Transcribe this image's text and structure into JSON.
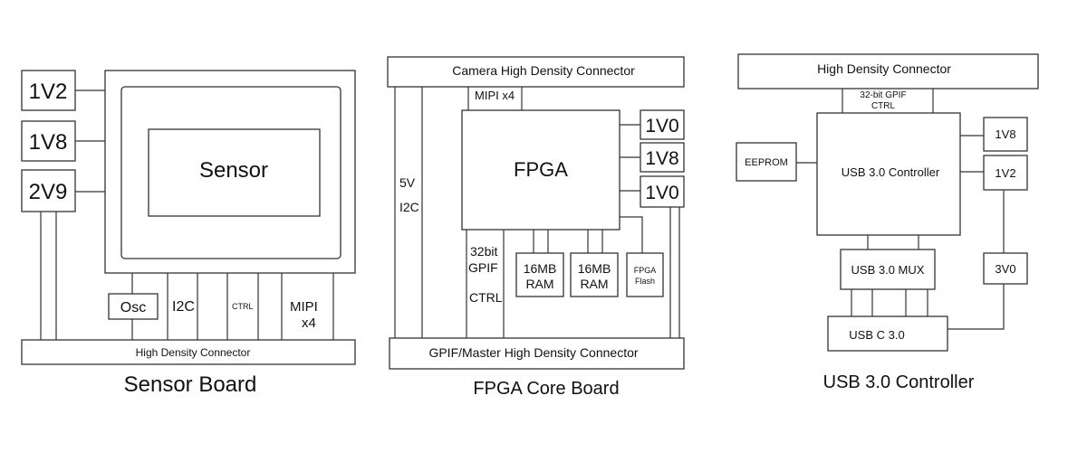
{
  "sensor_board": {
    "title": "Sensor Board",
    "regulators": [
      "1V2",
      "1V8",
      "2V9"
    ],
    "sensor": "Sensor",
    "osc": "Osc",
    "i2c": "I2C",
    "ctrl": "CTRL",
    "mipi_line1": "MIPI",
    "mipi_line2": "x4",
    "connector": "High Density Connector"
  },
  "fpga_board": {
    "title": "FPGA Core Board",
    "camera_connector": "Camera High Density Connector",
    "mipi": "MIPI x4",
    "fpga": "FPGA",
    "regulators": [
      "1V0",
      "1V8",
      "1V0"
    ],
    "v5": "5V",
    "i2c": "I2C",
    "gpif_line1": "32bit",
    "gpif_line2": "GPIF",
    "ctrl": "CTRL",
    "ram1_line1": "16MB",
    "ram1_line2": "RAM",
    "ram2_line1": "16MB",
    "ram2_line2": "RAM",
    "flash_line1": "FPGA",
    "flash_line2": "Flash",
    "connector": "GPIF/Master High Density Connector"
  },
  "usb_board": {
    "title": "USB 3.0 Controller",
    "connector": "High Density Connector",
    "gpif_line1": "32-bit GPIF",
    "gpif_line2": "CTRL",
    "eeprom": "EEPROM",
    "controller": "USB 3.0 Controller",
    "v18": "1V8",
    "v12": "1V2",
    "mux": "USB 3.0 MUX",
    "v30": "3V0",
    "usbc": "USB C 3.0"
  }
}
